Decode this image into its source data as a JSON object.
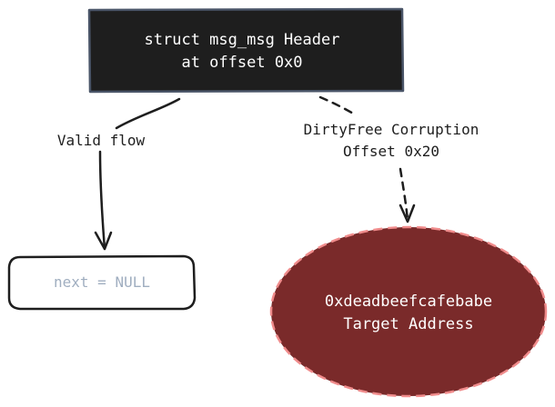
{
  "nodes": {
    "header": {
      "line1": "struct msg_msg Header",
      "line2": "at offset 0x0",
      "fill": "#1e1e1e",
      "stroke": "#4a5568",
      "text_color": "#ffffff"
    },
    "null_node": {
      "label": "next = NULL",
      "fill": "#ffffff",
      "stroke": "#1e1e1e",
      "text_color": "#a0aec0"
    },
    "target": {
      "line1": "0xdeadbeefcafebabe",
      "line2": "Target Address",
      "fill": "#7a2a2a",
      "stroke": "#f08c8c",
      "text_color": "#ffffff"
    }
  },
  "edges": {
    "valid": {
      "label": "Valid flow",
      "style": "solid"
    },
    "corruption": {
      "line1": "DirtyFree Corruption",
      "line2": "Offset 0x20",
      "style": "dashed"
    }
  }
}
